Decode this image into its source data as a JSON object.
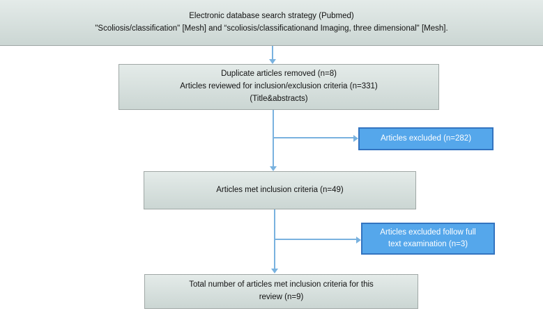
{
  "colors": {
    "box_fill_top": "#e4ebe9",
    "box_fill_bottom": "#cbd6d3",
    "box_border": "#9fa7a5",
    "excluded_fill": "#55a7eb",
    "excluded_border": "#3374c0",
    "excluded_text": "#ffffff",
    "arrow": "#79b2df",
    "text": "#111111",
    "background": "#ffffff"
  },
  "flow": {
    "search": {
      "line1": "Electronic database search strategy (Pubmed)",
      "line2": "\"Scoliosis/classification\" [Mesh] and “scoliosis/classificationand Imaging, three dimensional\" [Mesh]."
    },
    "screening": {
      "line1": "Duplicate articles removed (n=8)",
      "line2": "Articles reviewed for inclusion/exclusion criteria (n=331)",
      "line3": "(Title&abstracts)"
    },
    "excluded1": {
      "line1": "Articles excluded (n=282)"
    },
    "included": {
      "line1": "Articles met inclusion criteria (n=49)"
    },
    "excluded2": {
      "line1": "Articles excluded follow full",
      "line2": "text examination (n=3)"
    },
    "final": {
      "line1": "Total number of articles met inclusion criteria for this",
      "line2": "review (n=9)"
    }
  }
}
